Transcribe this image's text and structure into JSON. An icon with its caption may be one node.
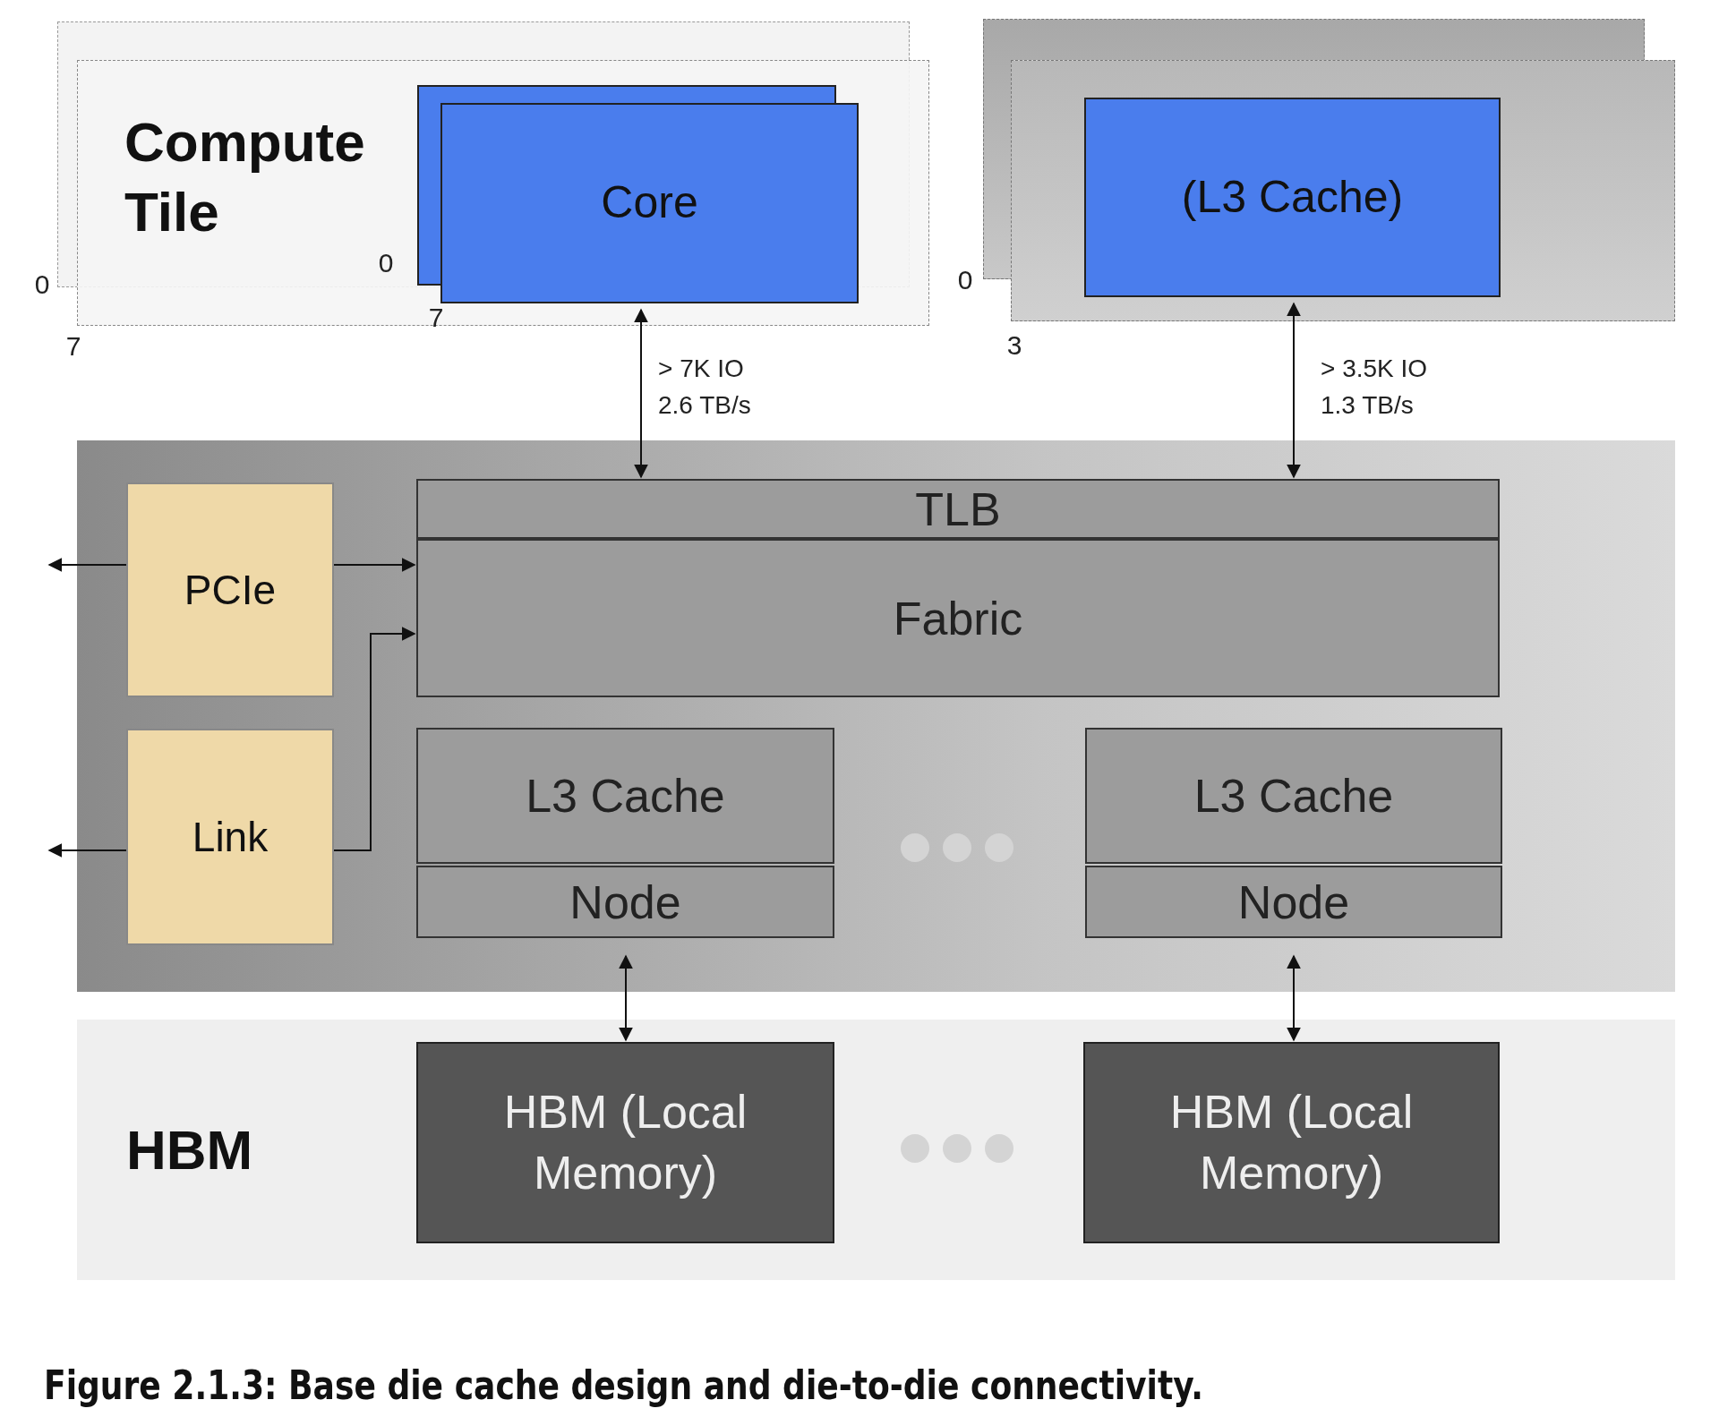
{
  "diagram": {
    "caption": "Figure 2.1.3: Base die cache design and die-to-die connectivity.",
    "nodes": [
      {
        "text": [
          "Compute Tile"
        ]
      },
      {
        "text": [
          "Core"
        ],
        "in": 0
      },
      {
        "text": [],
        "shape": "box"
      },
      {
        "text": [
          "(L3 Cache)"
        ],
        "in": 2
      },
      {
        "text": [],
        "shape": "box"
      },
      {
        "text": [
          "PCIe"
        ],
        "in": 4
      },
      {
        "text": [
          "Link"
        ],
        "in": 4
      },
      {
        "text": [
          "TLB"
        ],
        "in": 4
      },
      {
        "text": [
          "Fabric"
        ],
        "in": 4
      },
      {
        "text": [
          "L3 Cache"
        ],
        "in": 4
      },
      {
        "text": [
          "Node"
        ],
        "in": 4
      },
      {
        "text": [
          "L3 Cache"
        ],
        "in": 4
      },
      {
        "text": [
          "Node"
        ],
        "in": 4
      },
      {
        "text": [
          "HBM"
        ]
      },
      {
        "text": [
          "HBM (Local Memory)"
        ],
        "in": 13
      },
      {
        "text": [
          "HBM (Local Memory)"
        ],
        "in": 13
      }
    ],
    "edges": [
      {
        "from": 1,
        "to": 7,
        "arrow": "both",
        "label": "> 7K IO 2.6 TB/s"
      },
      {
        "from": 3,
        "to": 7,
        "arrow": "both",
        "label": "> 3.5K IO 1.3 TB/s"
      },
      {
        "from": 5,
        "to": null,
        "arrow": "to"
      },
      {
        "from": 5,
        "to": 8,
        "arrow": "to"
      },
      {
        "from": 6,
        "to": null,
        "arrow": "to"
      },
      {
        "from": 6,
        "to": 8,
        "arrow": "to"
      },
      {
        "from": 10,
        "to": 14,
        "arrow": "both"
      },
      {
        "from": 12,
        "to": 15,
        "arrow": "both"
      }
    ],
    "labels": [
      "0",
      "0",
      "7",
      "7",
      "0",
      "3"
    ]
  }
}
